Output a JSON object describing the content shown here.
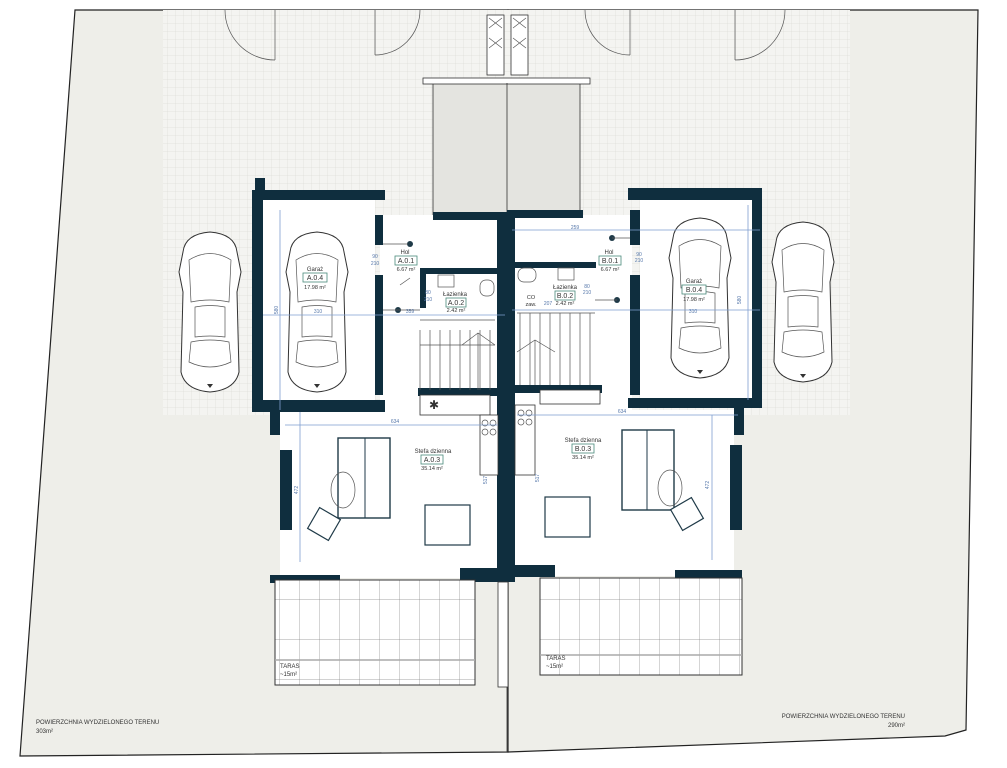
{
  "colors": {
    "wall": "#0f2e3e",
    "plot": "#eeeee9",
    "paving": "#f4f4f1",
    "dimension": "#7f9fd0",
    "tag_border": "#4a8a7a"
  },
  "unit_a": {
    "garage": {
      "name": "Garaż",
      "code": "A.0.4",
      "area": "17.98 m²"
    },
    "hall": {
      "name": "Hol",
      "code": "A.0.1",
      "area": "6.67 m²"
    },
    "bathroom": {
      "name": "Łazienka",
      "code": "A.0.2",
      "area": "2.42 m²"
    },
    "living": {
      "name": "Stefa dzienna",
      "code": "A.0.3",
      "area": "35.14 m²"
    },
    "terrace": {
      "name": "TARAS",
      "area": "~15m²"
    },
    "plot": {
      "label": "POWIERZCHNIA WYDZIELONEGO TERENU",
      "area": "303m²"
    },
    "dims": {
      "garage_w": "310",
      "garage_h": "580",
      "living_w": "634",
      "living_h": "472",
      "kitchen_h": "517",
      "hall_w": "359",
      "door_hall": "90",
      "door_hall_h": "210",
      "door_bath": "80",
      "door_bath_h": "210"
    }
  },
  "unit_b": {
    "garage": {
      "name": "Garaż",
      "code": "B.0.4",
      "area": "17.98 m²"
    },
    "hall": {
      "name": "Hol",
      "code": "B.0.1",
      "area": "6.67 m²"
    },
    "bathroom": {
      "name": "Łazienka",
      "code": "B.0.2",
      "area": "2.42 m²"
    },
    "living": {
      "name": "Stefa dzienna",
      "code": "B.0.3",
      "area": "35.14 m²"
    },
    "terrace": {
      "name": "TARAS",
      "area": "~15m²"
    },
    "plot": {
      "label": "POWIERZCHNIA WYDZIELONEGO TERENU",
      "area": "290m²"
    },
    "dims": {
      "garage_w": "310",
      "garage_h": "580",
      "living_w": "634",
      "living_h": "472",
      "kitchen_h": "517",
      "hall_w": "259",
      "bath_w": "207",
      "door_hall": "90",
      "door_hall_h": "210",
      "door_bath": "80",
      "door_bath_h": "210",
      "co": "CO",
      "co_sub": "zaw."
    }
  }
}
